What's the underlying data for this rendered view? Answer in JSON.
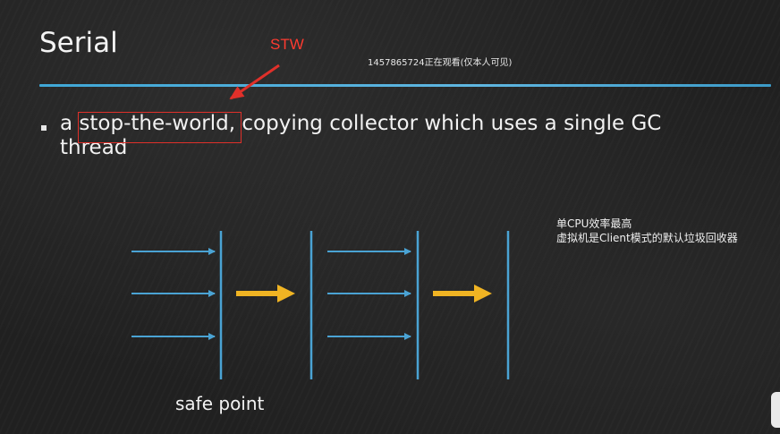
{
  "slide": {
    "title": "Serial",
    "annotation": "STW",
    "viewer_notice": "1457865724正在观看(仅本人可见)",
    "bullet": {
      "highlight": "stop-the-world",
      "full_text_before": "a ",
      "full_text_after": ", copying collector which uses a single GC thread"
    },
    "side_note": {
      "line1": "单CPU效率最高",
      "line2": "虚拟机是Client模式的默认垃圾回收器"
    },
    "diagram_label": "safe point"
  },
  "colors": {
    "accent_blue": "#4aa3d4",
    "arrow_yellow": "#f0b423",
    "annotation_red": "#ff3b30"
  }
}
